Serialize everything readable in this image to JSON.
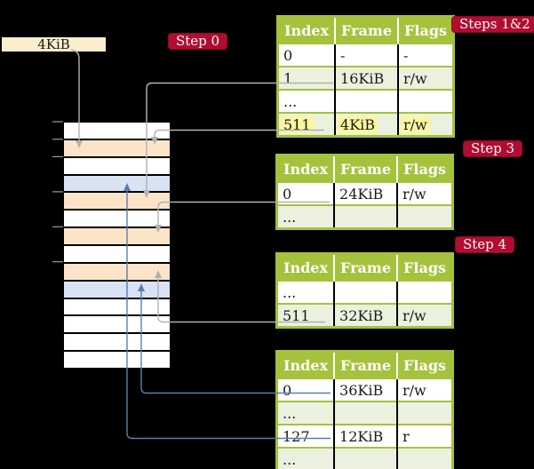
{
  "legend": {
    "frame_size": "4KiB"
  },
  "step_labels": {
    "step0": "Step 0",
    "steps12": "Steps 1&2",
    "step3": "Step 3",
    "step4": "Step 4"
  },
  "memory": {
    "rows": [
      "white",
      "peach",
      "white",
      "blue",
      "peach",
      "white",
      "peach",
      "white",
      "peach",
      "blue",
      "white",
      "white",
      "white",
      "white"
    ]
  },
  "tables": {
    "header": [
      "Index",
      "Frame",
      "Flags"
    ],
    "table1": {
      "rows": [
        {
          "index": "0",
          "frame": "-",
          "flags": "-"
        },
        {
          "index": "1",
          "frame": "16KiB",
          "flags": "r/w"
        },
        {
          "index": "...",
          "frame": "",
          "flags": ""
        },
        {
          "index": "511",
          "frame": "4KiB",
          "flags": "r/w"
        }
      ]
    },
    "table2": {
      "rows": [
        {
          "index": "0",
          "frame": "24KiB",
          "flags": "r/w"
        },
        {
          "index": "...",
          "frame": "",
          "flags": ""
        }
      ]
    },
    "table3": {
      "rows": [
        {
          "index": "...",
          "frame": "",
          "flags": ""
        },
        {
          "index": "511",
          "frame": "32KiB",
          "flags": "r/w"
        }
      ]
    },
    "table4": {
      "rows": [
        {
          "index": "0",
          "frame": "36KiB",
          "flags": "r/w"
        },
        {
          "index": "...",
          "frame": "",
          "flags": ""
        },
        {
          "index": "127",
          "frame": "12KiB",
          "flags": "r"
        },
        {
          "index": "...",
          "frame": "",
          "flags": ""
        }
      ]
    }
  },
  "colors": {
    "background": "#000000",
    "badge_crimson": "#b10d30",
    "table_header_green": "#a5c23c",
    "table_row_green": "#ebf1de",
    "memory_peach": "#fce4c9",
    "memory_blue": "#d8e3f3",
    "legend_cream": "#faeecd",
    "highlight_yellow": "#fbf7a0",
    "arrow_gray": "#b2b2b2",
    "arrow_blue": "#5b7db1"
  }
}
